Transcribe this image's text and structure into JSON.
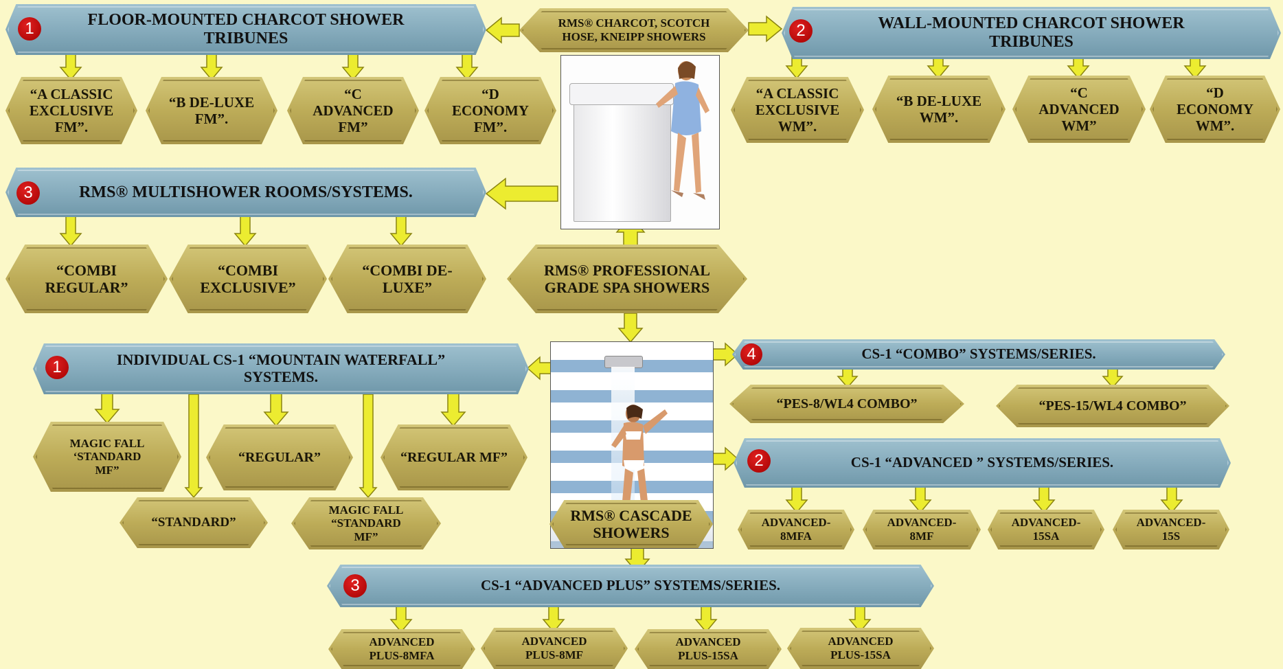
{
  "colors": {
    "background": "#fbf8c8",
    "banner": "#86acbd",
    "node": "#bdac58",
    "arrow": "#ecec30",
    "badge": "#c00000"
  },
  "top_center": {
    "label": "RMS® CHARCOT, SCOTCH\nHOSE, KNEIPP  SHOWERS"
  },
  "floor_mounted": {
    "badge": "1",
    "title": "FLOOR-MOUNTED CHARCOT SHOWER\nTRIBUNES",
    "items": [
      "“A CLASSIC\nEXCLUSIVE\nFM”.",
      "“B DE-LUXE\nFM”.",
      "“C\nADVANCED\nFM”",
      "“D\nECONOMY\nFM”."
    ]
  },
  "wall_mounted": {
    "badge": "2",
    "title": "WALL-MOUNTED CHARCOT SHOWER\nTRIBUNES",
    "items": [
      "“A CLASSIC\nEXCLUSIVE\nWM”.",
      "“B DE-LUXE\nWM”.",
      "“C\nADVANCED\nWM”",
      "“D\nECONOMY\nWM”."
    ]
  },
  "multishower": {
    "badge": "3",
    "title": "RMS® MULTISHOWER ROOMS/SYSTEMS.",
    "items": [
      "“COMBI\nREGULAR”",
      "“COMBI\nEXCLUSIVE”",
      "“COMBI DE-\nLUXE”"
    ]
  },
  "professional": {
    "label": "RMS® PROFESSIONAL\nGRADE SPA SHOWERS"
  },
  "cascade": {
    "label": "RMS® CASCADE\nSHOWERS"
  },
  "mountain_waterfall": {
    "badge": "1",
    "title": "INDIVIDUAL CS-1 “MOUNTAIN WATERFALL”\nSYSTEMS.",
    "items": [
      "MAGIC  FALL\n‘STANDARD\nMF”",
      "“REGULAR”",
      "“REGULAR   MF”",
      "“STANDARD”",
      "MAGIC   FALL\n“STANDARD\nMF”"
    ]
  },
  "combo": {
    "badge": "4",
    "title": "CS-1 “COMBO” SYSTEMS/SERIES.",
    "items": [
      "“PES-8/WL4  COMBO”",
      "“PES-15/WL4  COMBO”"
    ]
  },
  "advanced": {
    "badge": "2",
    "title": "CS-1 “ADVANCED ” SYSTEMS/SERIES.",
    "items": [
      "ADVANCED-\n8MFA",
      "ADVANCED-\n8MF",
      "ADVANCED-\n15SA",
      "ADVANCED-\n15S"
    ]
  },
  "advanced_plus": {
    "badge": "3",
    "title": "CS-1 “ADVANCED PLUS” SYSTEMS/SERIES.",
    "items": [
      "ADVANCED\nPLUS-8MFA",
      "ADVANCED\nPLUS-8MF",
      "ADVANCED\nPLUS-15SA",
      "ADVANCED\nPLUS-15SA"
    ]
  }
}
